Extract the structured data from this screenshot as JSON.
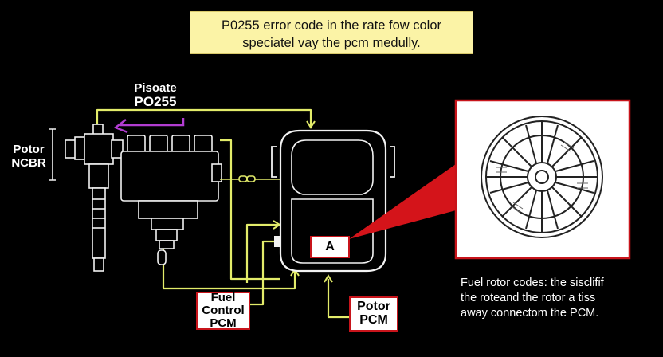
{
  "title": {
    "line1": "P0255 error code in the rate fow color",
    "line2": "speciatel vay the pcm medully."
  },
  "labels": {
    "pisoate": "Pisoate",
    "p0255": "PO255",
    "potor": "Potor",
    "ncbr": "NCBR",
    "fuel": "Fuel",
    "control": "Control",
    "pcm_left": "PCM",
    "potor_bottom": "Potor",
    "pcm_bottom": "PCM",
    "pcm_marker": "A"
  },
  "caption": {
    "line1": "Fuel rotor codes: the sisclifif",
    "line2": "the roteand the rotor a tiss",
    "line3": "away connectom the PCM."
  },
  "colors": {
    "wire": "#e3ec6a",
    "callout": "#d4141a",
    "arrow": "#b23dd1",
    "outline": "#f2f2f2"
  }
}
